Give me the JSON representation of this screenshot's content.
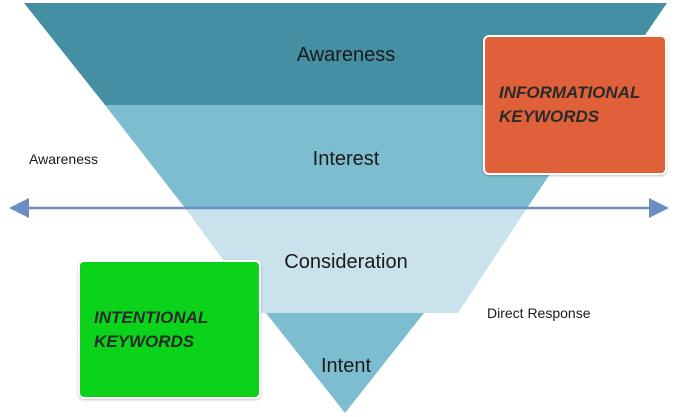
{
  "colors": {
    "awareness": "#448fa2",
    "interest": "#7dbdd0",
    "consideration": "#c9e2ec",
    "intent": "#7dbdd0",
    "arrow": "#6c8ec4",
    "informational_box": "#e0603a",
    "intentional_box": "#0bd319"
  },
  "funnel": {
    "stages": [
      {
        "label": "Awareness"
      },
      {
        "label": "Interest"
      },
      {
        "label": "Consideration"
      },
      {
        "label": "Intent"
      }
    ]
  },
  "axis": {
    "left_label": "Awareness",
    "right_label": "Direct Response"
  },
  "boxes": {
    "informational": {
      "line1": "INFORMATIONAL",
      "line2": "KEYWORDS"
    },
    "intentional": {
      "line1": "INTENTIONAL",
      "line2": "KEYWORDS"
    }
  }
}
